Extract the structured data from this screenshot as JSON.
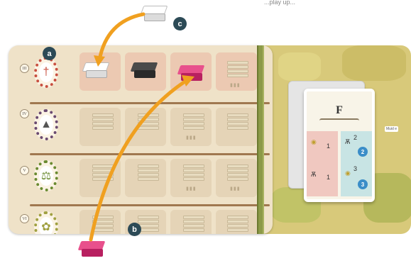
{
  "header": {
    "caption_fragment": "...play up..."
  },
  "markers": {
    "a": "a",
    "b": "b",
    "c": "c"
  },
  "board": {
    "rows": [
      {
        "numeral": "III",
        "icon": "sword-icon",
        "frame_color": "#c85040"
      },
      {
        "numeral": "IV",
        "icon": "cloak-figure-icon",
        "frame_color": "#6a4a70"
      },
      {
        "numeral": "V",
        "icon": "scales-icon",
        "frame_color": "#6a8a30"
      },
      {
        "numeral": "VI",
        "icon": "plant-icon",
        "frame_color": "#a0a040"
      }
    ]
  },
  "pieces": {
    "white_cube": {
      "color": "#f4f4f4",
      "label": "white cube"
    },
    "black_cube": {
      "color": "#3a3a3a",
      "label": "black cube"
    },
    "pink_cube": {
      "color": "#d8307a",
      "label": "pink cube"
    }
  },
  "arrow_color": "#f0a020",
  "card": {
    "title": "F",
    "left_top_count": "1",
    "left_bottom_count": "1",
    "right_top_value": "2",
    "right_bottom_value": "3",
    "badge_top": "2",
    "badge_bottom": "3"
  },
  "map_tag": "Muid e"
}
